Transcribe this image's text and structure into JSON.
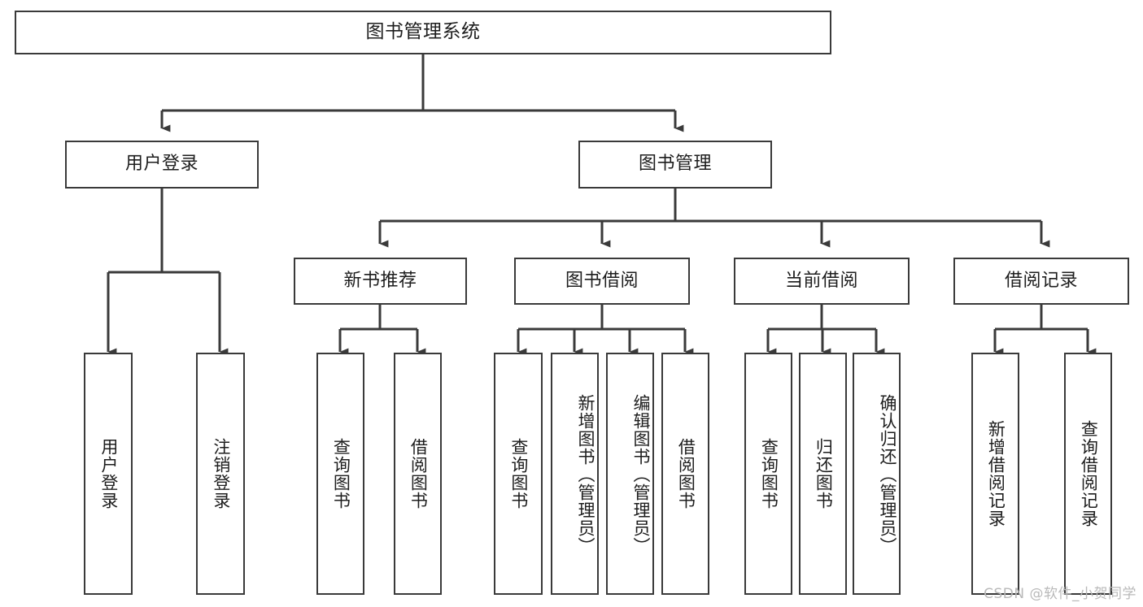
{
  "diagram": {
    "title": "图书管理系统",
    "type": "tree-hierarchy-chart",
    "watermark": "CSDN @软件_小贺同学",
    "colors": {
      "stroke": "#3a3a3a",
      "fill": "#ffffff",
      "text": "#1d1d1d",
      "watermark": "#b9b9b9"
    },
    "levels": {
      "root": {
        "label": "图书管理系统"
      },
      "level2": [
        {
          "label": "用户登录"
        },
        {
          "label": "图书管理"
        }
      ],
      "level3": [
        {
          "label": "新书推荐"
        },
        {
          "label": "图书借阅"
        },
        {
          "label": "当前借阅"
        },
        {
          "label": "借阅记录"
        }
      ]
    },
    "leaves": {
      "user_login": [
        {
          "label": "用户登录"
        },
        {
          "label": "注销登录"
        }
      ],
      "new_book_recommend": [
        {
          "label": "查询图书"
        },
        {
          "label": "借阅图书"
        }
      ],
      "book_borrow": [
        {
          "label": "查询图书"
        },
        {
          "label": "新增图书（管理员）"
        },
        {
          "label": "编辑图书（管理员）"
        },
        {
          "label": "借阅图书"
        }
      ],
      "current_borrow": [
        {
          "label": "查询图书"
        },
        {
          "label": "归还图书"
        },
        {
          "label": "确认归还（管理员）"
        }
      ],
      "borrow_record": [
        {
          "label": "新增借阅记录"
        },
        {
          "label": "查询借阅记录"
        }
      ]
    }
  }
}
